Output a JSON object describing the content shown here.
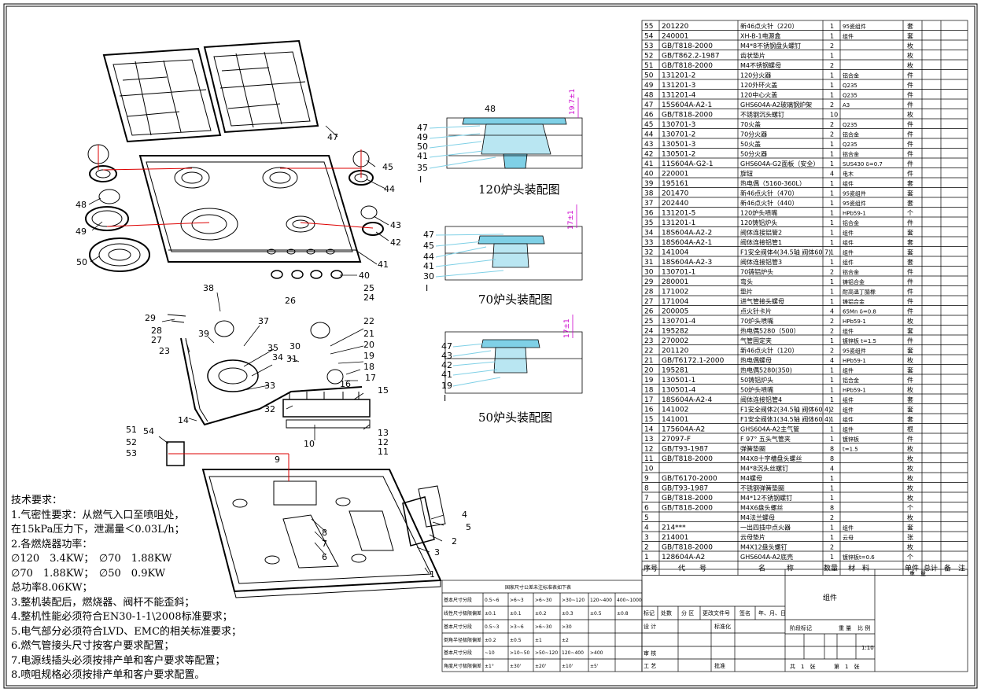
{
  "parts": [
    {
      "no": "55",
      "code": "201220",
      "name": "新46点火针（220）",
      "qty": "1",
      "mat": "95瓷组件",
      "unit": "套"
    },
    {
      "no": "54",
      "code": "240001",
      "name": "XH-B-1电源盒",
      "qty": "1",
      "mat": "组件",
      "unit": "套"
    },
    {
      "no": "53",
      "code": "GB/T818-2000",
      "name": "M4*8不锈钢盘头螺钉",
      "qty": "2",
      "mat": "",
      "unit": "枚"
    },
    {
      "no": "52",
      "code": "GB/T862.2-1987",
      "name": "齿状垫片",
      "qty": "1",
      "mat": "",
      "unit": "枚"
    },
    {
      "no": "51",
      "code": "GB/T818-2000",
      "name": "M4不锈钢螺母",
      "qty": "2",
      "mat": "",
      "unit": "枚"
    },
    {
      "no": "50",
      "code": "131201-2",
      "name": "120分火器",
      "qty": "1",
      "mat": "铝合金",
      "unit": "件"
    },
    {
      "no": "49",
      "code": "131201-3",
      "name": "120外环火盖",
      "qty": "1",
      "mat": "Q235",
      "unit": "件"
    },
    {
      "no": "48",
      "code": "131201-4",
      "name": "120中心火盖",
      "qty": "1",
      "mat": "Q235",
      "unit": "件"
    },
    {
      "no": "47",
      "code": "15S604A-A2-1",
      "name": "GHS604A-A2玻璃钢炉架",
      "qty": "2",
      "mat": "A3",
      "unit": "件"
    },
    {
      "no": "46",
      "code": "GB/T818-2000",
      "name": "不锈钢沉头螺钉",
      "qty": "10",
      "mat": "",
      "unit": "枚"
    },
    {
      "no": "45",
      "code": "130701-3",
      "name": "70火盖",
      "qty": "2",
      "mat": "Q235",
      "unit": "件"
    },
    {
      "no": "44",
      "code": "130701-2",
      "name": "70分火器",
      "qty": "2",
      "mat": "铝合金",
      "unit": "件"
    },
    {
      "no": "43",
      "code": "130501-3",
      "name": "50火盖",
      "qty": "1",
      "mat": "Q235",
      "unit": "件"
    },
    {
      "no": "42",
      "code": "130501-2",
      "name": "50分火器",
      "qty": "1",
      "mat": "铝合金",
      "unit": "件"
    },
    {
      "no": "41",
      "code": "11S604A-G2-1",
      "name": "GHS604A-G2面板（安全）",
      "qty": "1",
      "mat": "SUS430 δ=0.7",
      "unit": "件"
    },
    {
      "no": "40",
      "code": "220001",
      "name": "旋钮",
      "qty": "4",
      "mat": "电木",
      "unit": "件"
    },
    {
      "no": "39",
      "code": "195161",
      "name": "热电偶（5160-360L）",
      "qty": "1",
      "mat": "组件",
      "unit": "套"
    },
    {
      "no": "38",
      "code": "201470",
      "name": "新46点火针（470）",
      "qty": "1",
      "mat": "95瓷组件",
      "unit": "套"
    },
    {
      "no": "37",
      "code": "202440",
      "name": "新46点火针（440）",
      "qty": "1",
      "mat": "95瓷组件",
      "unit": "套"
    },
    {
      "no": "36",
      "code": "131201-5",
      "name": "120炉头喷嘴",
      "qty": "1",
      "mat": "HPb59-1",
      "unit": "个"
    },
    {
      "no": "35",
      "code": "131201-1",
      "name": "120铸铝炉头",
      "qty": "1",
      "mat": "铝合金",
      "unit": "件"
    },
    {
      "no": "34",
      "code": "18S604A-A2-2",
      "name": "阀体连接铝管2",
      "qty": "1",
      "mat": "组件",
      "unit": "套"
    },
    {
      "no": "33",
      "code": "18S604A-A2-1",
      "name": "阀体连接铝管1",
      "qty": "1",
      "mat": "组件",
      "unit": "套"
    },
    {
      "no": "32",
      "code": "141004",
      "name": "F1安全阀体4(34.5轴 阀体60 7)",
      "qty": "1",
      "mat": "组件",
      "unit": "套"
    },
    {
      "no": "31",
      "code": "18S604A-A2-3",
      "name": "阀体连接铝管3",
      "qty": "1",
      "mat": "组件",
      "unit": "套"
    },
    {
      "no": "30",
      "code": "130701-1",
      "name": "70铸铝炉头",
      "qty": "2",
      "mat": "铝合金",
      "unit": "件"
    },
    {
      "no": "29",
      "code": "280001",
      "name": "弯头",
      "qty": "1",
      "mat": "铸铝合金",
      "unit": "件"
    },
    {
      "no": "28",
      "code": "171002",
      "name": "垫片",
      "qty": "1",
      "mat": "耐高温丁腈橡",
      "unit": "件"
    },
    {
      "no": "27",
      "code": "171004",
      "name": "进气管接头螺母",
      "qty": "1",
      "mat": "铸铝合金",
      "unit": "件"
    },
    {
      "no": "26",
      "code": "200005",
      "name": "点火针卡片",
      "qty": "4",
      "mat": "65Mn δ=0.8",
      "unit": "件"
    },
    {
      "no": "25",
      "code": "130701-4",
      "name": "70炉头喷嘴",
      "qty": "2",
      "mat": "HPb59-1",
      "unit": "枚"
    },
    {
      "no": "24",
      "code": "195282",
      "name": "热电偶5280（500）",
      "qty": "2",
      "mat": "组件",
      "unit": "套"
    },
    {
      "no": "23",
      "code": "270002",
      "name": "气管固定夹",
      "qty": "1",
      "mat": "镀锌板 t=1.5",
      "unit": "件"
    },
    {
      "no": "22",
      "code": "201120",
      "name": "新46点火针（120）",
      "qty": "2",
      "mat": "95瓷组件",
      "unit": "套"
    },
    {
      "no": "21",
      "code": "GB/T6172.1-2000",
      "name": "热电偶螺母",
      "qty": "4",
      "mat": "HPb59-1",
      "unit": "枚"
    },
    {
      "no": "20",
      "code": "195281",
      "name": "热电偶5280(350)",
      "qty": "1",
      "mat": "组件",
      "unit": "套"
    },
    {
      "no": "19",
      "code": "130501-1",
      "name": "50铸铝炉头",
      "qty": "1",
      "mat": "铝合金",
      "unit": "件"
    },
    {
      "no": "18",
      "code": "130501-4",
      "name": "50炉头喷嘴",
      "qty": "1",
      "mat": "HPb59-1",
      "unit": "枚"
    },
    {
      "no": "17",
      "code": "18S604A-A2-4",
      "name": "阀体连接铝管4",
      "qty": "1",
      "mat": "组件",
      "unit": "套"
    },
    {
      "no": "16",
      "code": "141002",
      "name": "F1安全阀体2(34.5轴 阀体60 4)",
      "qty": "2",
      "mat": "组件",
      "unit": "套"
    },
    {
      "no": "15",
      "code": "141001",
      "name": "F1安全阀体1(34.5轴 阀体60 4)",
      "qty": "1",
      "mat": "组件",
      "unit": "套"
    },
    {
      "no": "14",
      "code": "175604A-A2",
      "name": "GHS604A-A2主气管",
      "qty": "1",
      "mat": "组件",
      "unit": "根"
    },
    {
      "no": "13",
      "code": "27097-F",
      "name": "F 97° 五头气管夹",
      "qty": "1",
      "mat": "镀锌板",
      "unit": "件"
    },
    {
      "no": "12",
      "code": "GB/T93-1987",
      "name": "弹簧垫圈",
      "qty": "8",
      "mat": "t=1.5",
      "unit": "枚"
    },
    {
      "no": "11",
      "code": "GB/T818-2000",
      "name": "M4X8十字槽盘头螺丝",
      "qty": "8",
      "mat": "",
      "unit": "枚"
    },
    {
      "no": "10",
      "code": "",
      "name": "M4*8沉头丝螺钉",
      "qty": "4",
      "mat": "",
      "unit": "枚"
    },
    {
      "no": "9",
      "code": "GB/T6170-2000",
      "name": "M4螺母",
      "qty": "1",
      "mat": "",
      "unit": "枚"
    },
    {
      "no": "8",
      "code": "GB/T93-1987",
      "name": "不锈钢弹簧垫圈",
      "qty": "1",
      "mat": "",
      "unit": "枚"
    },
    {
      "no": "7",
      "code": "GB/T818-2000",
      "name": "M4*12不锈钢螺钉",
      "qty": "1",
      "mat": "",
      "unit": "枚"
    },
    {
      "no": "6",
      "code": "GB/T818-2000",
      "name": "M4X6盘头螺丝",
      "qty": "8",
      "mat": "",
      "unit": "个"
    },
    {
      "no": "5",
      "code": "",
      "name": "M4法兰螺母",
      "qty": "2",
      "mat": "",
      "unit": "枚"
    },
    {
      "no": "4",
      "code": "214***",
      "name": "一出四插中点火器",
      "qty": "1",
      "mat": "组件",
      "unit": "套"
    },
    {
      "no": "3",
      "code": "214001",
      "name": "云母垫片",
      "qty": "1",
      "mat": "云母",
      "unit": "张"
    },
    {
      "no": "2",
      "code": "GB/T818-2000",
      "name": "M4X12盘头螺钉",
      "qty": "2",
      "mat": "",
      "unit": "枚"
    },
    {
      "no": "1",
      "code": "128604A-A2",
      "name": "GHS604A-A2底壳",
      "qty": "1",
      "mat": "镀锌板t=0.6",
      "unit": "个"
    }
  ],
  "header": {
    "no": "序号",
    "code": "代　　号",
    "name": "名　　　称",
    "qty": "数量",
    "mat": "材　料",
    "unit_w": "单件",
    "total_w": "总计",
    "note": "备　注",
    "weight": "重　量"
  },
  "title_block": {
    "part_name": "组件",
    "marks": "标记",
    "count": "处数",
    "zone": "分 区",
    "doc": "更改文件号",
    "sign": "签名",
    "date": "年、月、日",
    "design": "设 计",
    "std": "标准化",
    "review": "审 核",
    "process": "工 艺",
    "approve": "批准",
    "stage": "阶段标记",
    "weight": "重 量",
    "scale": "比 例",
    "scale_val": "1:10",
    "sheets": "共　1　张",
    "sheet_no": "第　1　张"
  },
  "tolerance": {
    "title": "国家尺寸公差未注标准表如下表",
    "rows": [
      [
        "基本尺寸分段",
        "0.5~6",
        ">6~3",
        ">6~30",
        ">30~120",
        "120~400",
        "400~1000"
      ],
      [
        "线性尺寸极限偏差",
        "±0.1",
        "±0.1",
        "±0.2",
        "±0.3",
        "±0.5",
        "±0.8"
      ],
      [
        "基本尺寸分段",
        "0.5~3",
        ">3~6",
        ">6~30",
        ">30",
        "",
        ""
      ],
      [
        "倒角半径极限偏差",
        "±0.2",
        "±0.5",
        "±1",
        "±2",
        "",
        ""
      ],
      [
        "基本尺寸分段",
        "~10",
        ">10~50",
        ">50~120",
        "120~400",
        ">400",
        ""
      ],
      [
        "角度尺寸极限偏差",
        "±1°",
        "±30'",
        "±20'",
        "±10'",
        "±5'",
        ""
      ]
    ]
  },
  "views": {
    "v120": "120炉头装配图",
    "v70": "70炉头装配图",
    "v50": "50炉头装配图",
    "d1": "19.7±1",
    "d2": "17±1",
    "d3": "17±1"
  },
  "notes": [
    "技术要求：",
    "1.气密性要求：从燃气入口至喷咀处，",
    "   在15kPa压力下，泄漏量＜0.03L/h；",
    "2.各燃烧器功率：",
    "   ∅120　3.4KW；　∅70　1.88KW",
    "   ∅70　1.88KW；　∅50　0.9KW",
    "   总功率8.06KW；",
    "3.整机装配后，燃烧器、阀杆不能歪斜；",
    "4.整机性能必须符合EN30-1-1\\2008标准要求；",
    "5.电气部分必须符合LVD、EMC的相关标准要求；",
    "6.燃气管接头尺寸按客户要求配置；",
    "7.电源线插头必须按排产单和客户要求等配置；",
    "8.喷咀规格必须按排产单和客户要求配置。"
  ]
}
